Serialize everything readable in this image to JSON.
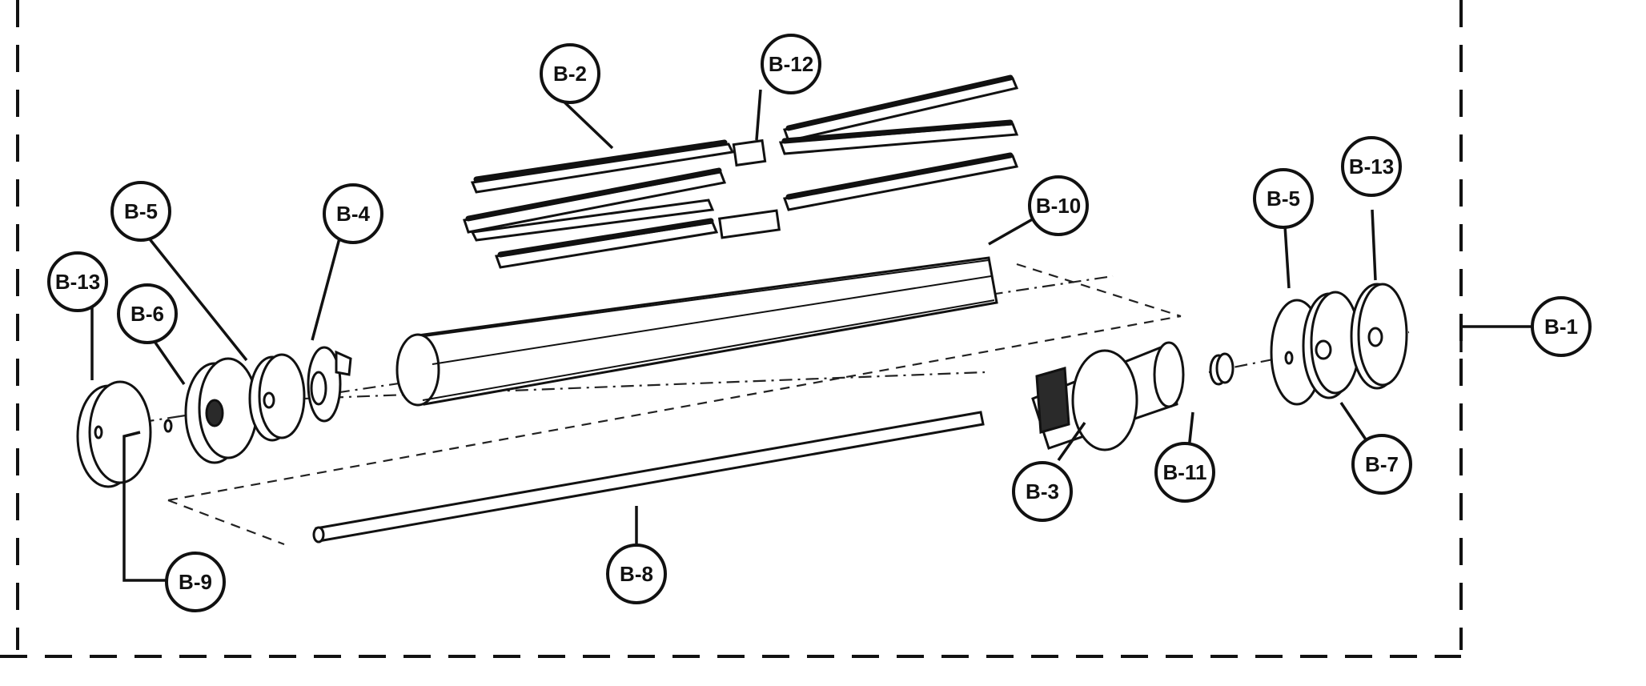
{
  "diagram": {
    "labels": {
      "b1": "B-1",
      "b2": "B-2",
      "b3": "B-3",
      "b4": "B-4",
      "b5_left": "B-5",
      "b5_right": "B-5",
      "b6": "B-6",
      "b7": "B-7",
      "b8": "B-8",
      "b9": "B-9",
      "b10": "B-10",
      "b11": "B-11",
      "b12": "B-12",
      "b13_left": "B-13",
      "b13_right": "B-13"
    }
  }
}
